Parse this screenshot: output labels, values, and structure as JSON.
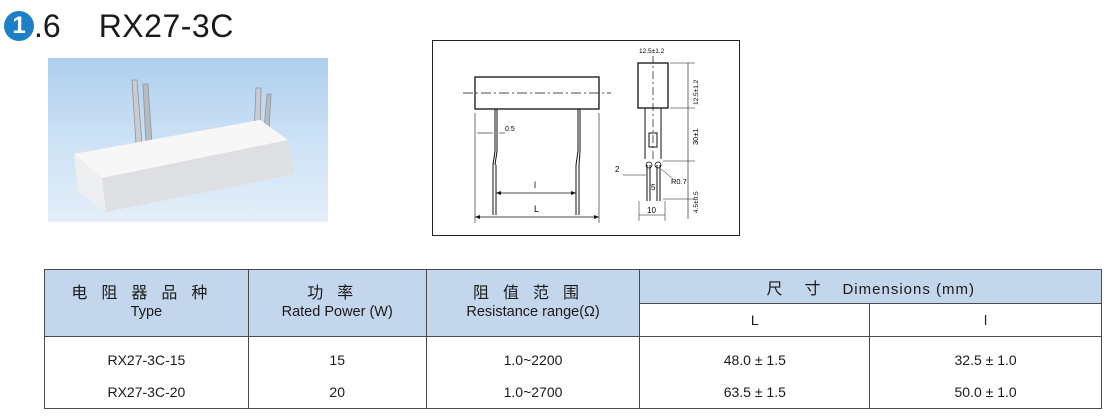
{
  "section": {
    "badge": "1",
    "suffix": ".6",
    "model": "RX27-3C"
  },
  "drawing": {
    "dims": {
      "width_top": "12.5±1.2",
      "height_body": "12.5±1.2",
      "lead_len": "30±1",
      "lead_thick": "0.5",
      "spacing_2": "2",
      "spacing_5": "5",
      "radius": "R0.7",
      "bottom_10": "10",
      "tail": "4.5±0.5",
      "l": "l",
      "L": "L"
    }
  },
  "table": {
    "headers": {
      "type_cn": "电阻器品种",
      "type_en": "Type",
      "power_cn": "功率",
      "power_en": "Rated Power (W)",
      "res_cn": "阻值范围",
      "res_en": "Resistance range(Ω)",
      "dim_cn": "尺寸",
      "dim_en": "Dimensions (mm)",
      "L": "L",
      "l": "l"
    },
    "rows": [
      {
        "type": "RX27-3C-15",
        "power": "15",
        "range": "1.0~2200",
        "L": "48.0 ± 1.5",
        "l": "32.5 ± 1.0"
      },
      {
        "type": "RX27-3C-20",
        "power": "20",
        "range": "1.0~2700",
        "L": "63.5 ± 1.5",
        "l": "50.0 ± 1.0"
      }
    ]
  }
}
